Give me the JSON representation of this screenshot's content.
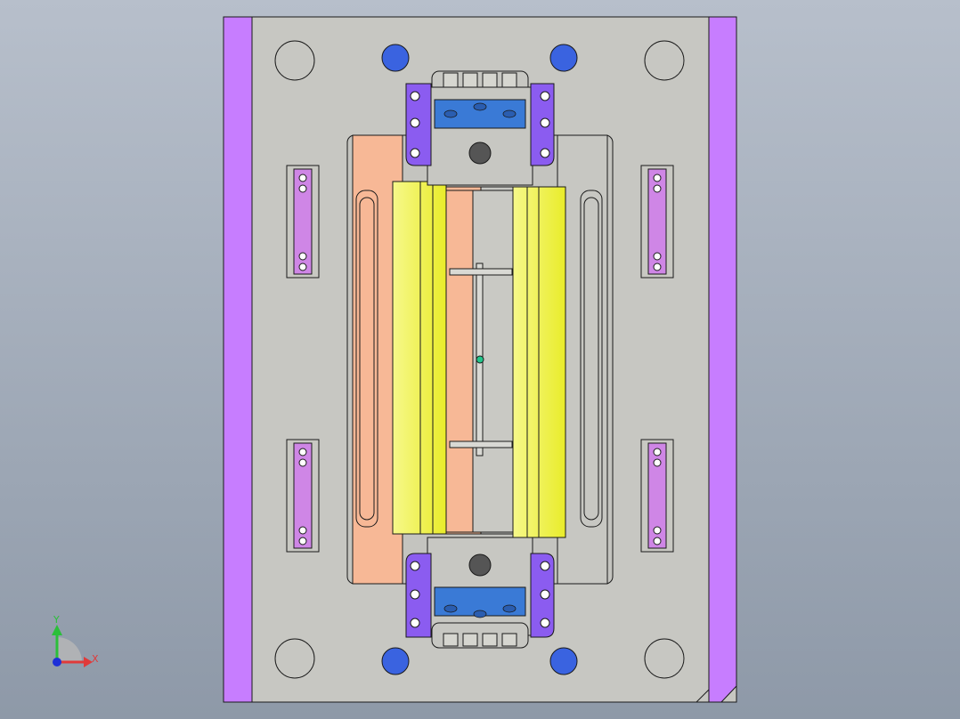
{
  "viewport": {
    "background_top": "#b7bfcb",
    "background_bottom": "#8e99a8"
  },
  "colors": {
    "base_plate": "#c7c7c2",
    "side_rail": "#c77dff",
    "insert_orange": "#f7b896",
    "slider_yellow": "#f4f76a",
    "slider_yellow_dark": "#e8ea1f",
    "clamp_purple": "#8b5cf0",
    "wear_plate_blue": "#3a7ad6",
    "guide_bush_blue": "#3a63e0",
    "runner_dot": "#22c58a",
    "outline": "#1a1a1a"
  },
  "features": {
    "guide_pillar_holes": 4,
    "guide_bushes": 4,
    "side_wedges": 4,
    "slide_clamps": 4,
    "slider_cores": 2
  },
  "triad": {
    "x_label": "X",
    "y_label": "Y",
    "x_color": "#e03a3a",
    "y_color": "#2bbf3a",
    "origin_color": "#1d2fd8"
  }
}
